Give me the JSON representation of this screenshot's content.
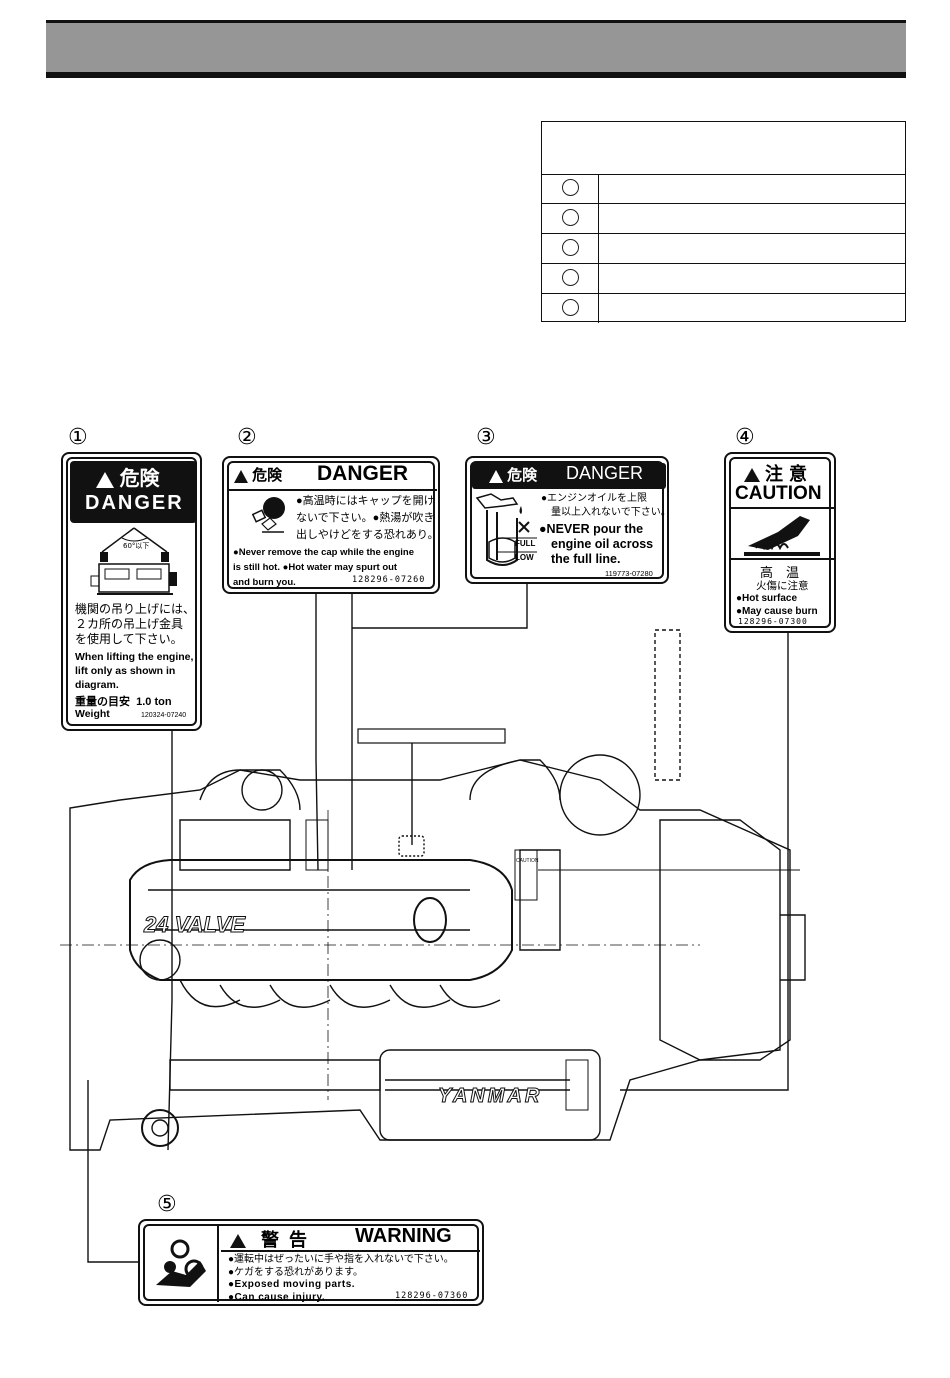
{
  "labels": {
    "1": {
      "number": "①",
      "title_jp": "危険",
      "title_en": "DANGER",
      "angle": "60°以下",
      "jp_text": [
        "機関の吊り上げには、",
        "２カ所の吊上げ金具",
        "を使用して下さい。"
      ],
      "en_text": [
        "When lifting the engine,",
        "lift only as shown in",
        "diagram."
      ],
      "weight_jp": "重量の目安",
      "weight_value": "1.0 ton",
      "weight_en": "Weight",
      "code": "120324-07240"
    },
    "2": {
      "number": "②",
      "title_jp": "危険",
      "title_en": "DANGER",
      "jp_text": [
        "●高温時にはキャップを開け",
        "ないで下さい。●熱湯が吹き",
        "出しやけどをする恐れあり。"
      ],
      "en_text": [
        "●Never remove the cap while the engine",
        "is still hot.  ●Hot water may spurt out",
        "and burn you."
      ],
      "code": "128296-07260"
    },
    "3": {
      "number": "③",
      "title_jp": "危険",
      "title_en": "DANGER",
      "jp_text": [
        "●エンジンオイルを上限",
        "量以上入れないで下さい。"
      ],
      "en_text": [
        "●NEVER pour the",
        "engine oil across",
        "the full line."
      ],
      "full": "FULL",
      "low": "LOW",
      "code": "119773-07280"
    },
    "4": {
      "number": "④",
      "title_jp": "注意",
      "title_en": "CAUTION",
      "jp_big": "高　温",
      "jp_small": "火傷に注意",
      "en_text": [
        "●Hot surface",
        "●May cause burn"
      ],
      "code": "128296-07300"
    },
    "5": {
      "number": "⑤",
      "title_jp": "警告",
      "title_en": "WARNING",
      "jp_text": [
        "●運転中はぜったいに手や指を入れないで下さい。",
        "●ケガをする恐れがあります。"
      ],
      "en_text": [
        "●Exposed moving parts.",
        "●Can cause injury."
      ],
      "code": "128296-07360"
    }
  },
  "engine": {
    "valve_text": "24 VALVE",
    "brand": "YANMAR",
    "caution_small": "CAUTION"
  },
  "colors": {
    "header": "#969696",
    "ink": "#111111"
  }
}
